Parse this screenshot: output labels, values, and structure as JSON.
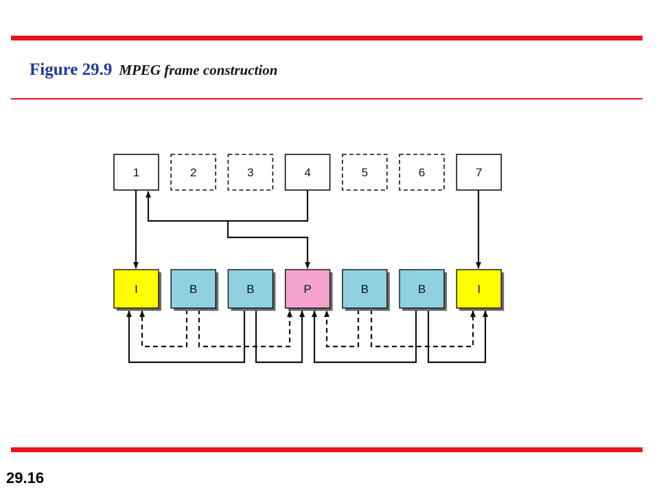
{
  "figure": {
    "number": "Figure 29.9",
    "caption": "MPEG frame construction"
  },
  "slide": {
    "page_number": "29.16"
  },
  "source_frames": [
    {
      "label": "1",
      "style": "solid"
    },
    {
      "label": "2",
      "style": "dashed"
    },
    {
      "label": "3",
      "style": "dashed"
    },
    {
      "label": "4",
      "style": "solid"
    },
    {
      "label": "5",
      "style": "dashed"
    },
    {
      "label": "6",
      "style": "dashed"
    },
    {
      "label": "7",
      "style": "solid"
    }
  ],
  "encoded_frames": [
    {
      "label": "I",
      "color": "#ffff00"
    },
    {
      "label": "B",
      "color": "#8fd0e1"
    },
    {
      "label": "B",
      "color": "#8fd0e1"
    },
    {
      "label": "P",
      "color": "#f4a2cf"
    },
    {
      "label": "B",
      "color": "#8fd0e1"
    },
    {
      "label": "B",
      "color": "#8fd0e1"
    },
    {
      "label": "I",
      "color": "#ffff00"
    }
  ],
  "colors": {
    "accent_rule": "#e8141b",
    "title": "#1f3a9c"
  }
}
